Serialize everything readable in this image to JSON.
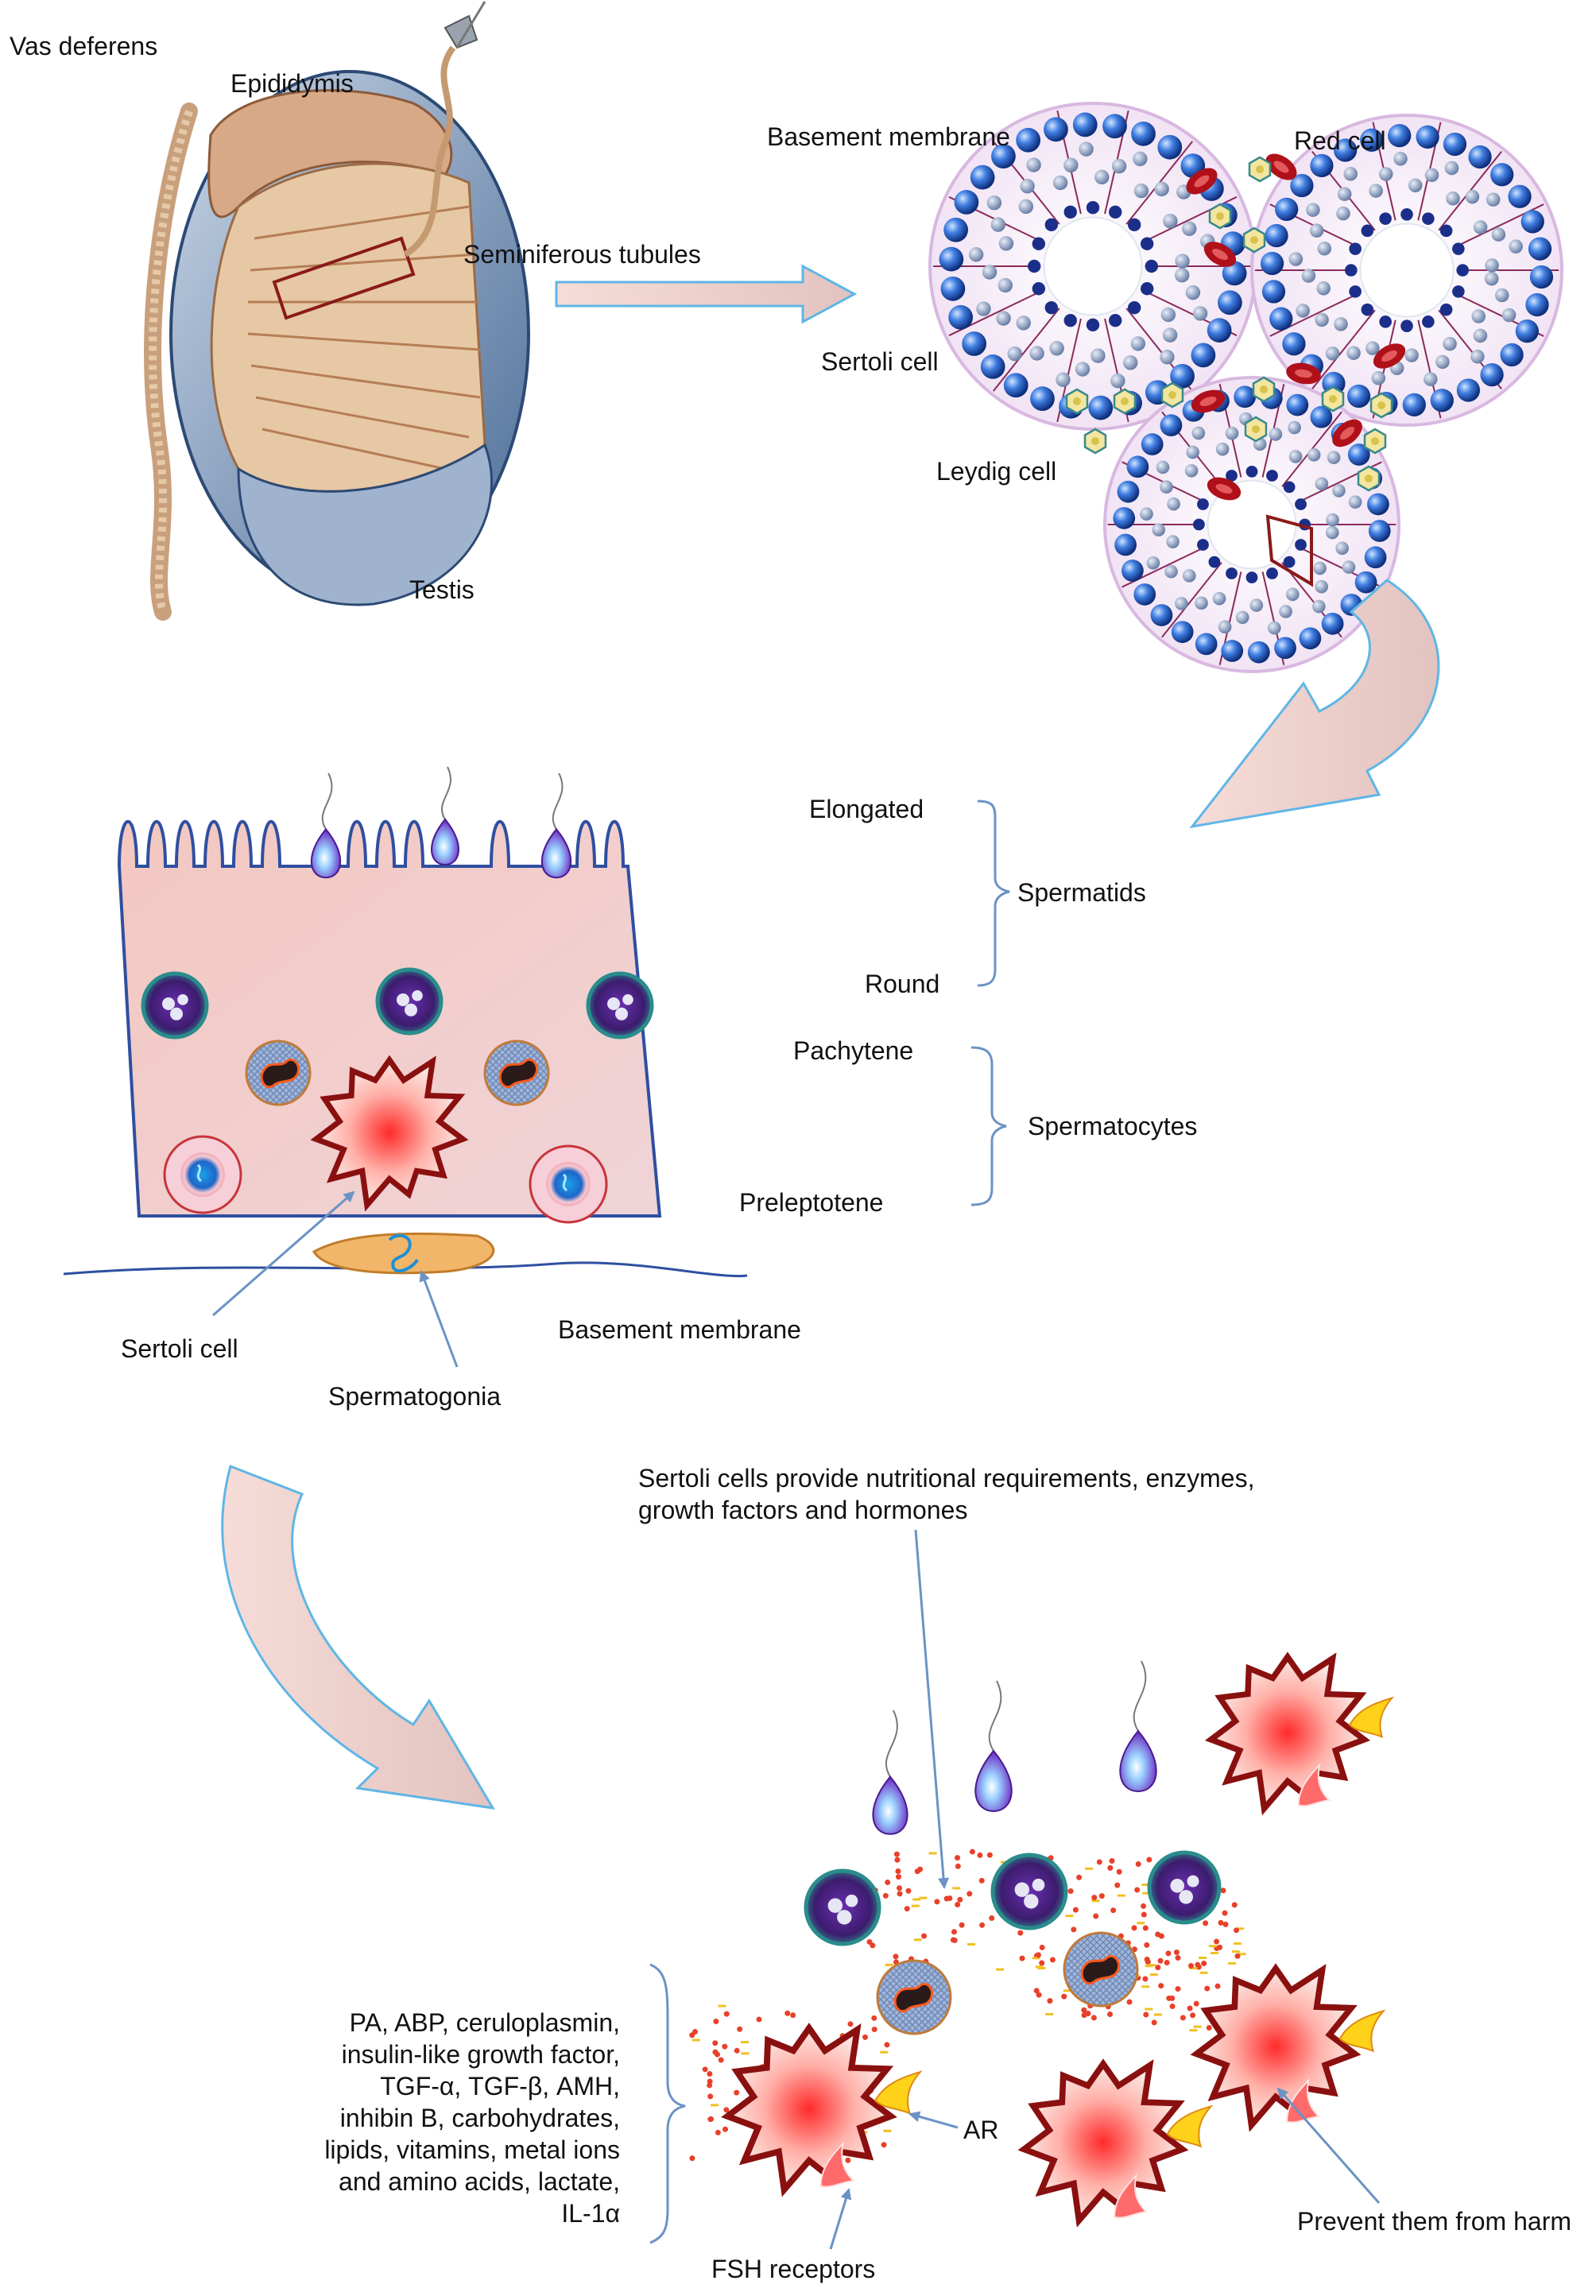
{
  "labels": {
    "vas_deferens": "Vas deferens",
    "epididymis": "Epididymis",
    "seminiferous_tubules": "Seminiferous tubules",
    "testis": "Testis",
    "basement_membrane_top": "Basement membrane",
    "red_cell": "Red cell",
    "sertoli_cell_top": "Sertoli cell",
    "leydig_cell": "Leydig cell",
    "elongated": "Elongated",
    "spermatids": "Spermatids",
    "round": "Round",
    "pachytene": "Pachytene",
    "spermatocytes": "Spermatocytes",
    "preleptotene": "Preleptotene",
    "sertoli_cell_mid": "Sertoli cell",
    "basement_membrane_mid": "Basement membrane",
    "spermatogonia": "Spermatogonia",
    "sertoli_provide": "Sertoli cells provide nutritional requirements, enzymes, growth factors and hormones",
    "secreted_factors": "PA, ABP, ceruloplasmin, insulin-like growth factor, TGF-α, TGF-β, AMH, inhibin B, carbohydrates, lipids, vitamins, metal ions and amino acids, lactate, IL-1α",
    "ar": "AR",
    "fsh_receptors": "FSH receptors",
    "prevent_harm": "Prevent them from harm"
  },
  "colors": {
    "arrow_fill": "#e9c9c4",
    "arrow_stroke": "#5fb6e6",
    "pointer": "#6b93c4",
    "sertoli_body": "#f1cdc8",
    "membrane_line": "#2f4fa0",
    "tubule_outline": "#d8b8e0",
    "red_cell": "#b0101a",
    "leydig": "#d9c24a",
    "spermatid": "#7b36c8",
    "star_outline": "#8a1010"
  }
}
